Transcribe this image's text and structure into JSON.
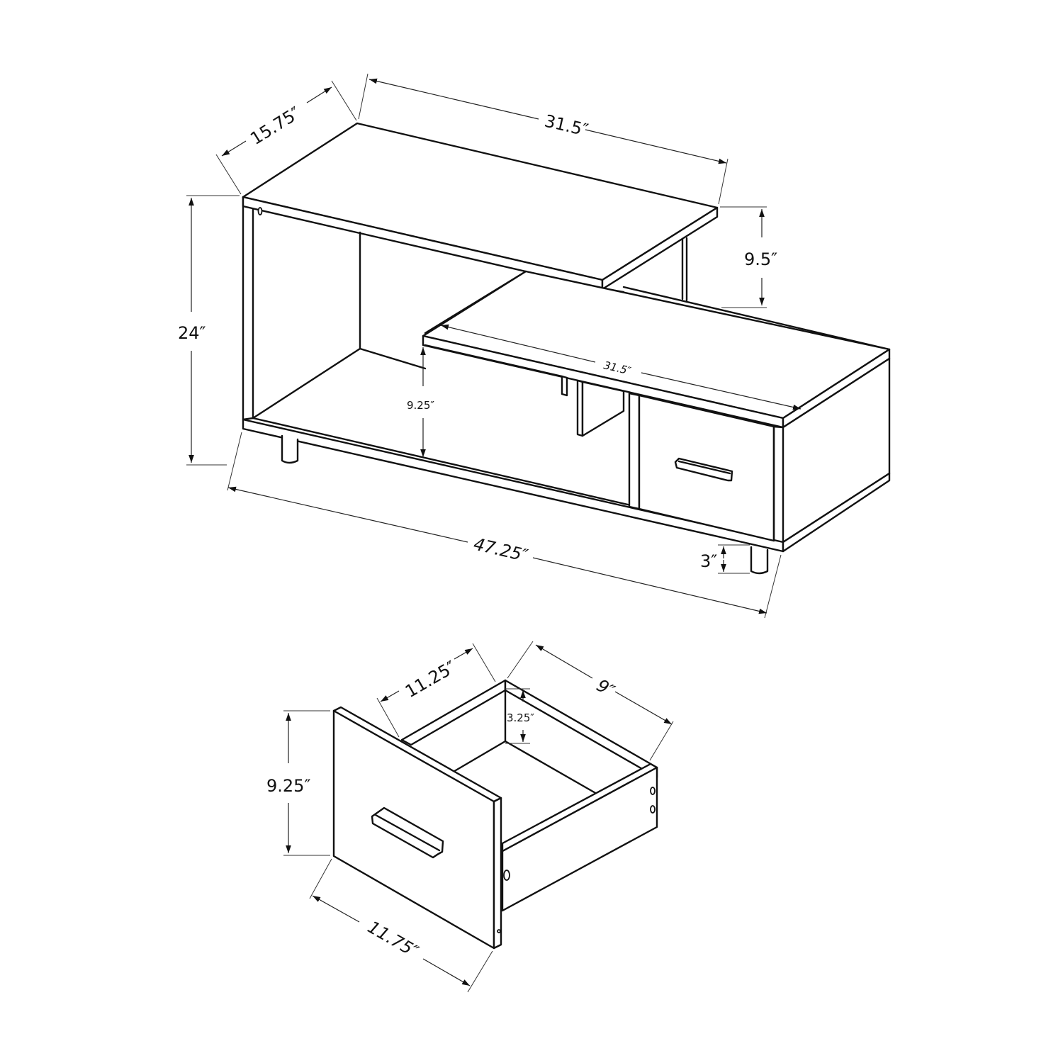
{
  "diagram": {
    "title": "TV stand with drawer — dimension drawing",
    "line_color": "#111111",
    "background": "#ffffff",
    "cabinet": {
      "depth_label": "15.75″",
      "top_shelf_width_label": "31.5″",
      "top_shelf_height_label": "9.5″",
      "overall_height_label": "24″",
      "lower_shelf_width_label": "31.5″",
      "open_cavity_height_label": "9.25″",
      "overall_width_label": "47.25″",
      "leg_height_label": "3″"
    },
    "drawer": {
      "front_height_label": "9.25″",
      "front_width_label": "11.75″",
      "box_width_label": "11.25″",
      "box_depth_label": "9″",
      "box_inner_height_label": "3.25″"
    }
  }
}
